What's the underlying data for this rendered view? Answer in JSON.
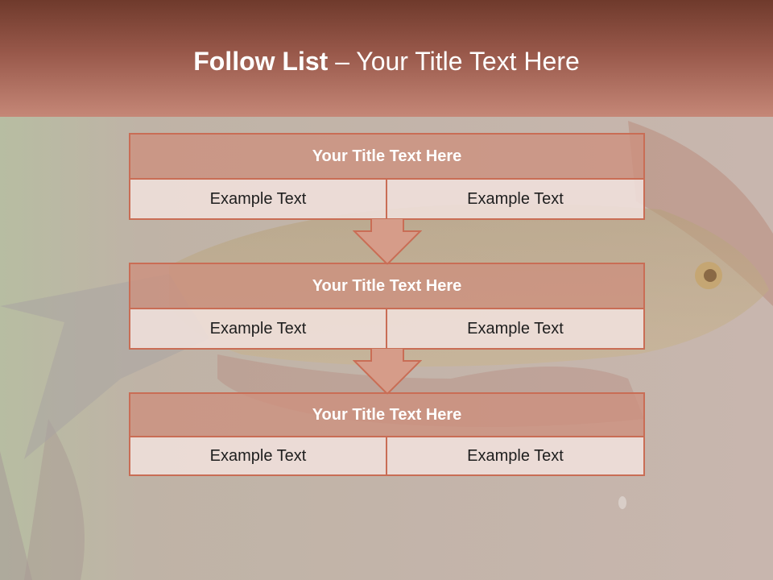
{
  "header": {
    "title_bold": "Follow List",
    "title_rest": " – Your Title Text Here"
  },
  "blocks": [
    {
      "title": "Your Title Text Here",
      "left": "Example Text",
      "right": "Example Text"
    },
    {
      "title": "Your Title Text Here",
      "left": "Example Text",
      "right": "Example Text"
    },
    {
      "title": "Your Title Text Here",
      "left": "Example Text",
      "right": "Example Text"
    }
  ],
  "colors": {
    "header_dark": "#6f3a2c",
    "header_light": "#c58777",
    "box_title_fill": "#cd8f7d",
    "box_border": "#c96d55",
    "cell_fill": "#f0e0dc",
    "arrow_fill": "#d69c89"
  }
}
